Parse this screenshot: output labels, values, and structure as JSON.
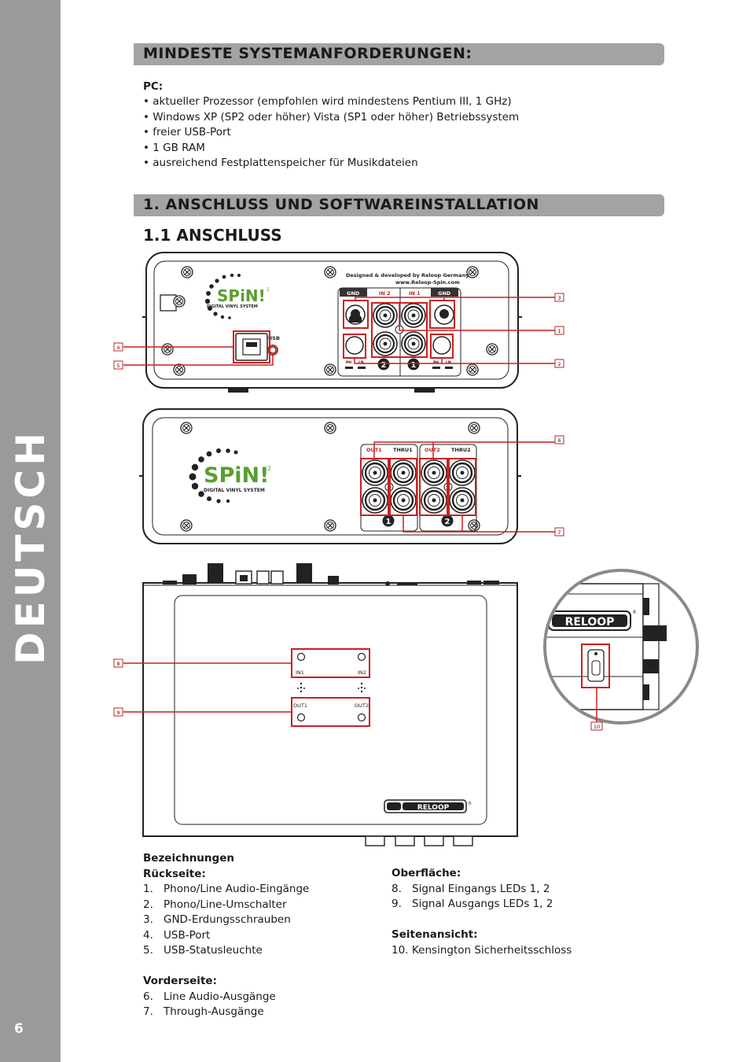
{
  "sidebar": {
    "language": "DEUTSCH",
    "page_number": "6"
  },
  "section1": {
    "title": "MINDESTE SYSTEMANFORDERUNGEN:",
    "pc_label": "PC:",
    "items": [
      "• aktueller Prozessor (empfohlen wird mindestens Pentium III, 1 GHz)",
      "• Windows XP (SP2 oder höher) Vista (SP1 oder höher) Betriebssystem",
      "• freier USB-Port",
      "• 1 GB RAM",
      "• ausreichend Festplattenspeicher für Musikdateien"
    ]
  },
  "section2": {
    "title": "1. ANSCHLUSS UND SOFTWAREINSTALLATION",
    "subtitle": "1.1 ANSCHLUSS"
  },
  "diagram": {
    "rear": {
      "designed_by": "Designed & developed by Reloop Germany",
      "website": "www.Reloop-Spin.com",
      "logo": "SPiN!",
      "logo_sup": "2",
      "logo_sub": "DIGITAL VINYL SYSTEM",
      "gnd": "GND",
      "in2": "IN 2",
      "in1": "IN 1",
      "usb": "USB",
      "ph": "PH",
      "ln": "LN",
      "num1": "1",
      "num2": "2"
    },
    "front": {
      "out1": "OUT1",
      "thru1": "THRU1",
      "out2": "OUT2",
      "thru2": "THRU2"
    },
    "top": {
      "in1": "IN1",
      "in2": "IN2",
      "out1": "OUT1",
      "out2": "OUT2",
      "brand": "RELOOP"
    },
    "callouts": [
      "1",
      "2",
      "3",
      "4",
      "5",
      "6",
      "7",
      "8",
      "9",
      "10"
    ]
  },
  "legend": {
    "heading": "Bezeichnungen",
    "rear_title": "Rückseite:",
    "rear_items": [
      {
        "n": "1.",
        "t": "Phono/Line Audio-Eingänge"
      },
      {
        "n": "2.",
        "t": "Phono/Line-Umschalter"
      },
      {
        "n": "3.",
        "t": "GND-Erdungsschrauben"
      },
      {
        "n": "4.",
        "t": "USB-Port"
      },
      {
        "n": "5.",
        "t": "USB-Statusleuchte"
      }
    ],
    "front_title": "Vorderseite:",
    "front_items": [
      {
        "n": "6.",
        "t": "Line Audio-Ausgänge"
      },
      {
        "n": "7.",
        "t": "Through-Ausgänge"
      }
    ],
    "top_title": "Oberfläche:",
    "top_items": [
      {
        "n": "8.",
        "t": "Signal Eingangs LEDs 1, 2"
      },
      {
        "n": "9.",
        "t": "Signal Ausgangs LEDs 1, 2"
      }
    ],
    "side_title": "Seitenansicht:",
    "side_items": [
      {
        "n": "10.",
        "t": "Kensington Sicherheitsschloss"
      }
    ]
  }
}
